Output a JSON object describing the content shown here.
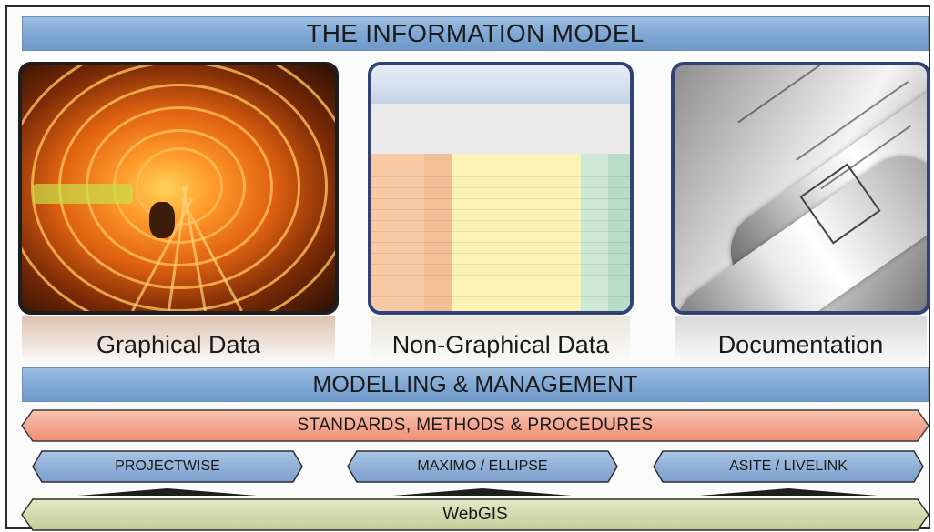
{
  "header": {
    "title": "THE INFORMATION MODEL"
  },
  "panels": [
    {
      "caption": "Graphical Data",
      "image": "laser-scanned tunnel point cloud"
    },
    {
      "caption": "Non-Graphical Data",
      "image": "spreadsheet"
    },
    {
      "caption": "Documentation",
      "image": "rolled engineering drawings"
    }
  ],
  "layers": {
    "modelling": "MODELLING & MANAGEMENT",
    "standards": "STANDARDS, METHODS & PROCEDURES",
    "systems": [
      "PROJECTWISE",
      "MAXIMO / ELLIPSE",
      "ASITE / LIVELINK"
    ],
    "base": "WebGIS"
  },
  "colors": {
    "blue_bar": "#7fa7d4",
    "standards_bar": "#f4a68f",
    "systems_bar": "#8fb0d8",
    "gis_bar": "#d6dcb2"
  }
}
